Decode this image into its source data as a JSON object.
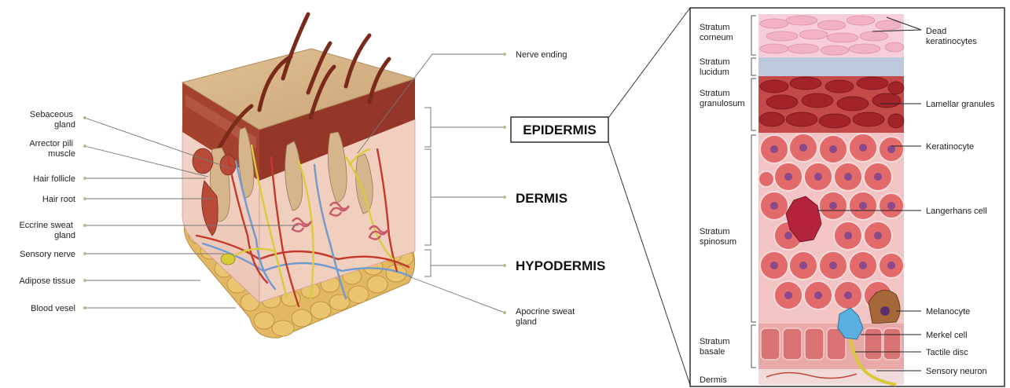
{
  "left_labels": {
    "sebaceous_gland": [
      "Sebaceous",
      "gland"
    ],
    "arrector_pili": [
      "Arrector pili",
      "muscle"
    ],
    "hair_follicle": "Hair follicle",
    "hair_root": "Hair root",
    "eccrine_sweat_gland": [
      "Eccrine sweat",
      "gland"
    ],
    "sensory_nerve": "Sensory nerve",
    "adipose_tissue": "Adipose tissue",
    "blood_vessel": "Blood vesel"
  },
  "right_labels": {
    "nerve_ending": "Nerve ending",
    "apocrine_sweat_gland": [
      "Apocrine sweat",
      "gland"
    ]
  },
  "layers": {
    "epidermis": "EPIDERMIS",
    "dermis": "DERMIS",
    "hypodermis": "HYPODERMIS"
  },
  "strata": {
    "corneum": [
      "Stratum",
      "corneum"
    ],
    "lucidum": [
      "Stratum",
      "lucidum"
    ],
    "granulosum": [
      "Stratum",
      "granulosum"
    ],
    "spinosum": [
      "Stratum",
      "spinosum"
    ],
    "basale": [
      "Stratum",
      "basale"
    ],
    "dermis": "Dermis"
  },
  "cells": {
    "dead_keratinocytes": [
      "Dead",
      "keratinocytes"
    ],
    "lamellar_granules": "Lamellar granules",
    "keratinocyte": "Keratinocyte",
    "langerhans_cell": "Langerhans cell",
    "melanocyte": "Melanocyte",
    "merkel_cell": "Merkel cell",
    "tactile_disc": "Tactile disc",
    "sensory_neuron": "Sensory neuron"
  },
  "colors": {
    "skin_top": "#d9b98a",
    "epidermis_red": "#9b3a2a",
    "dermis_pink": "#f2d2c4",
    "fat_yellow": "#e3b864",
    "spinosum_cell": "#e06a6a",
    "granulosum_cell": "#a8242a",
    "corneum_pink": "#f4c1cf",
    "lucidum_blue": "#b9c8da"
  }
}
